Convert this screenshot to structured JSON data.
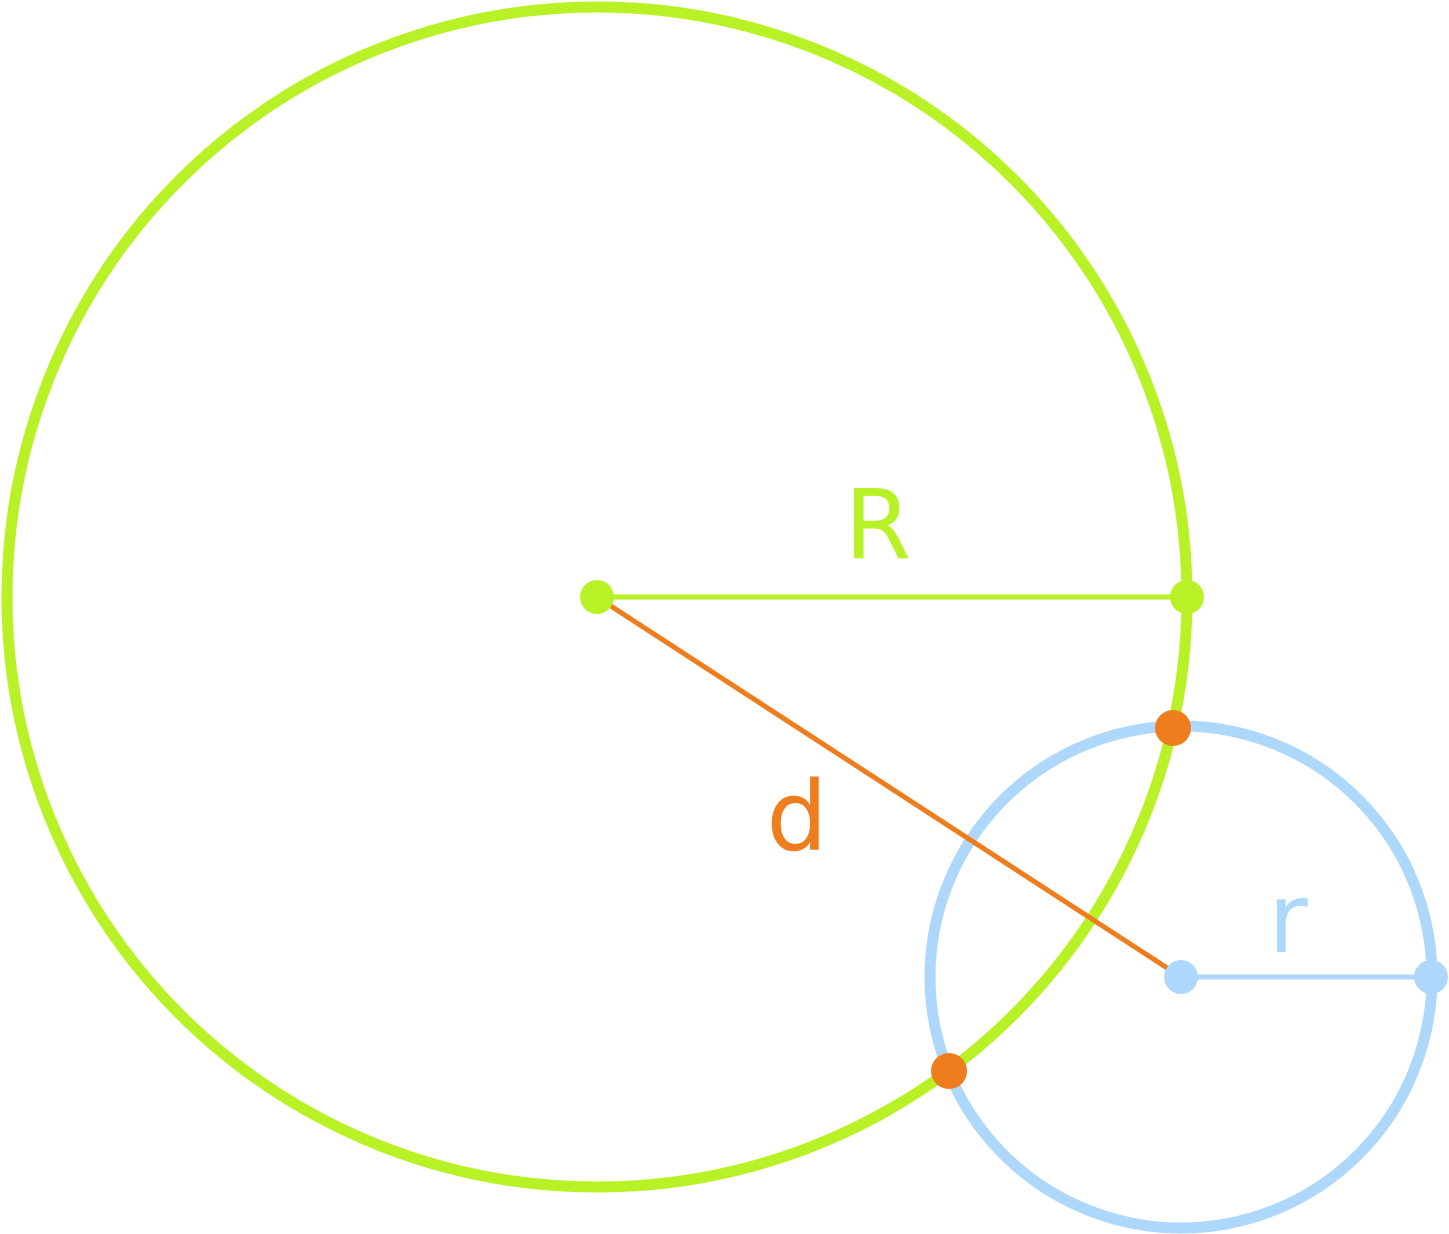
{
  "diagram": {
    "labels": {
      "big_radius": "R",
      "distance": "d",
      "small_radius": "r"
    },
    "colors": {
      "big_circle": "#b9f127",
      "small_circle": "#aed8fb",
      "distance": "#ee7d1e",
      "background": "#ffffff"
    }
  }
}
